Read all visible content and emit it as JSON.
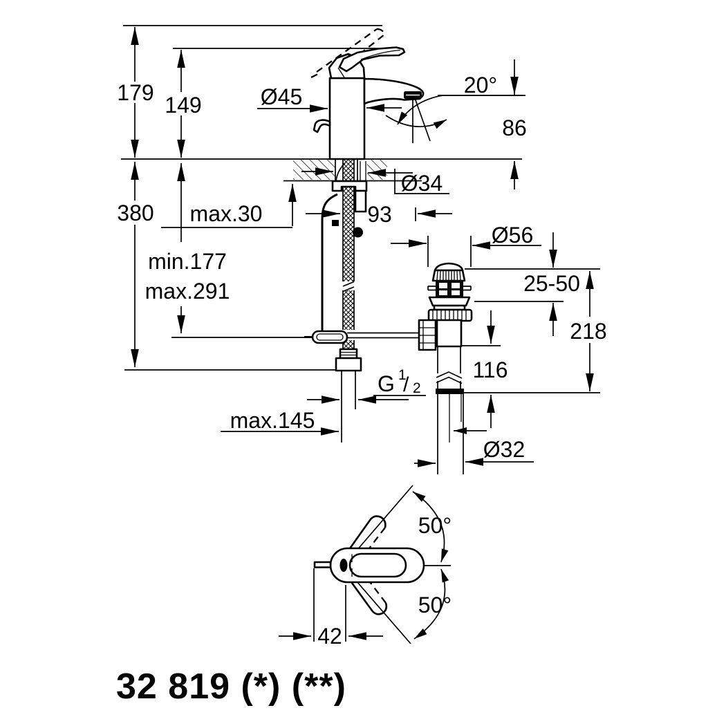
{
  "colors": {
    "line": "#000000",
    "background": "#ffffff"
  },
  "side_view": {
    "dims": {
      "height_overall": "179",
      "height_to_spout_top": "149",
      "body_diameter": "Ø45",
      "spout_angle": "20°",
      "spout_height": "86",
      "hole_diameter": "Ø34",
      "deck_thickness": "max.30",
      "offset_to_waste": "93",
      "hose_length": "380",
      "rod_min": "min.177",
      "rod_max": "max.291",
      "waste_cap_diameter": "Ø56",
      "basin_thickness_range": "25-50",
      "waste_height": "218",
      "tailpipe_length": "116",
      "supply_reach": "max.145",
      "waste_pipe_diameter": "Ø32"
    },
    "thread": {
      "prefix": "G",
      "numerator": "1",
      "slash": "/",
      "denominator": "2"
    }
  },
  "top_view": {
    "dims": {
      "swivel_upper": "50°",
      "swivel_lower": "50°",
      "handle_offset": "42"
    }
  },
  "footer": {
    "product_code": "32 819 (*)  (**)"
  }
}
